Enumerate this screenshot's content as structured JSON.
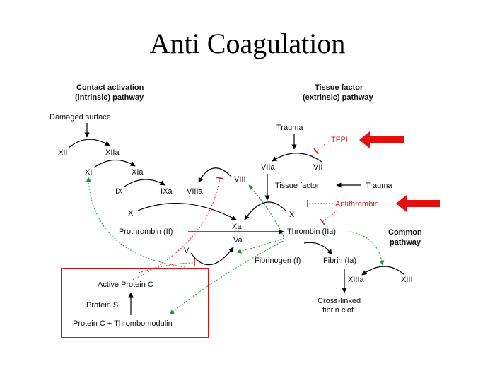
{
  "title": "Anti Coagulation",
  "headers": {
    "intrinsic_line1": "Contact activation",
    "intrinsic_line2": "(intrinsic) pathway",
    "extrinsic_line1": "Tissue factor",
    "extrinsic_line2": "(extrinsic) pathway",
    "common_line1": "Common",
    "common_line2": "pathway"
  },
  "factors": {
    "damaged_surface": "Damaged surface",
    "xii": "XII",
    "xiia": "XIIa",
    "xi": "XI",
    "xia": "XIa",
    "ix": "IX",
    "ixa": "IXa",
    "viiia": "VIIIa",
    "viii": "VIII",
    "x_left": "X",
    "xa": "Xa",
    "va": "Va",
    "v": "V",
    "prothrombin": "Prothrombin (II)",
    "thrombin": "Thrombin (IIa)",
    "trauma_top": "Trauma",
    "tfpi": "TFPI",
    "viia": "VIIa",
    "vii": "VII",
    "tissue_factor": "Tissue factor",
    "trauma_right": "Trauma",
    "antithrombin": "Antithrombin",
    "x_right": "X",
    "fibrinogen": "Fibrinogen (I)",
    "fibrin": "Fibrin (Ia)",
    "xiiia": "XIIIa",
    "xiii": "XIII",
    "crosslinked_1": "Cross-linked",
    "crosslinked_2": "fibrin clot"
  },
  "protein_c_box": {
    "active_protein_c": "Active Protein C",
    "protein_s": "Protein S",
    "protein_c_thrombomodulin": "Protein C + Thrombomodulin"
  },
  "colors": {
    "activation": "#000000",
    "inhibition": "#e02020",
    "feedback": "#1a9a3a",
    "highlight_arrow": "#e41010",
    "box_border": "#d01818"
  }
}
